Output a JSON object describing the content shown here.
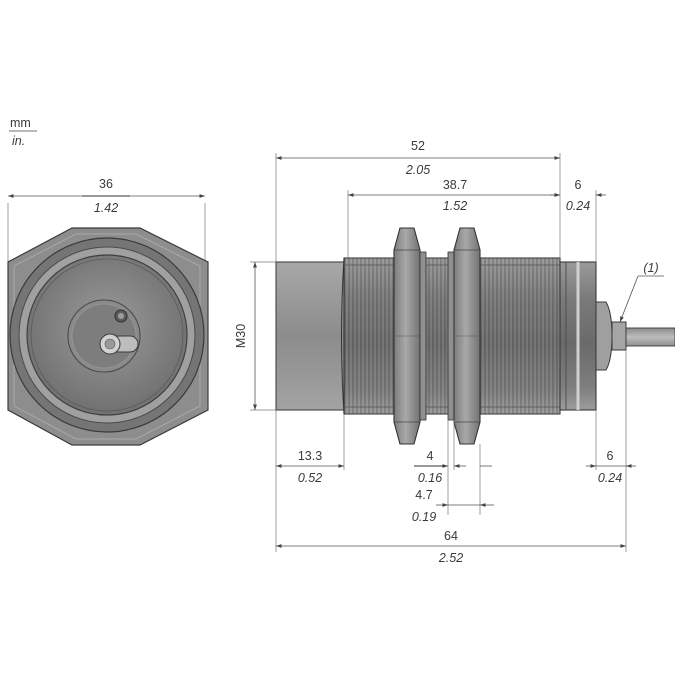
{
  "units": {
    "primary": "mm",
    "secondary": "in."
  },
  "colors": {
    "body_dark": "#6b6b6b",
    "body_mid": "#8a8a8a",
    "body_light": "#b3b3b3",
    "line": "#444444"
  },
  "front_view": {
    "width": {
      "mm": "36",
      "in": "1.42"
    }
  },
  "side_view": {
    "thread_label": "M30",
    "callout_label": "(1)",
    "dims": {
      "overall_body": {
        "mm": "52",
        "in": "2.05"
      },
      "thread_length": {
        "mm": "38.7",
        "in": "1.52"
      },
      "rear_cap": {
        "mm": "6",
        "in": "0.24"
      },
      "sensing_face": {
        "mm": "13.3",
        "in": "0.52"
      },
      "nut_thickness": {
        "mm": "4",
        "in": "0.16"
      },
      "nut_spacing": {
        "mm": "4.7",
        "in": "0.19"
      },
      "cable_exit": {
        "mm": "6",
        "in": "0.24"
      },
      "total_length": {
        "mm": "64",
        "in": "2.52"
      }
    }
  }
}
